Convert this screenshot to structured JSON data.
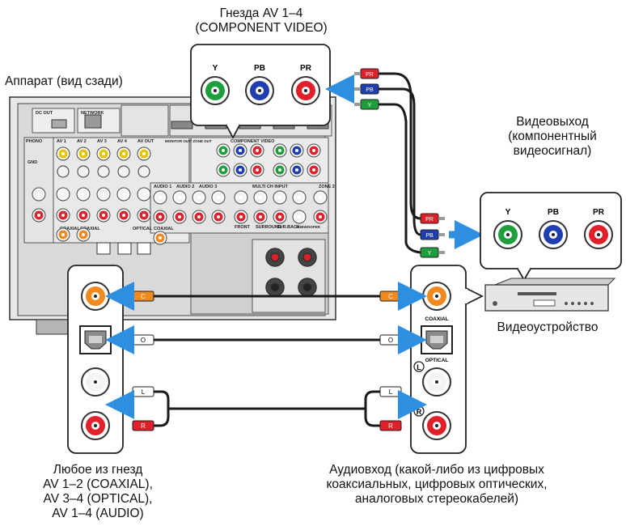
{
  "captions": {
    "top_jack": [
      "Гнезда AV 1–4",
      "(COMPONENT VIDEO)"
    ],
    "unit": "Аппарат (вид сзади)",
    "video_out": [
      "Видеовыход",
      "(компонентный",
      "видеосигнал)"
    ],
    "video_device": "Видеоустройство",
    "unit_audio_jacks": [
      "Любое из гнезд",
      "AV 1–2 (COAXIAL),",
      "AV 3–4 (OPTICAL),",
      "AV 1–4 (AUDIO)"
    ],
    "audio_in": [
      "Аудиовход (какой-либо из цифровых",
      "коаксиальных, цифровых оптических,",
      "аналоговых стереокабелей)"
    ]
  },
  "jack_labels": {
    "y": "Y",
    "pb": "PB",
    "pr": "PR",
    "coaxial": "COAXIAL",
    "optical": "OPTICAL",
    "left": "L",
    "right": "R"
  },
  "plug_labels": {
    "pr": "PR",
    "pb": "PB",
    "y": "Y",
    "c": "C",
    "o": "O",
    "l": "L",
    "r": "R"
  },
  "panel_labels": {
    "dc_out": "DC OUT",
    "network": "NETWORK",
    "phono": "PHONO",
    "gnd": "GND",
    "av1": "AV 1",
    "av2": "AV 2",
    "av3": "AV 3",
    "av4": "AV 4",
    "av_out": "AV OUT",
    "monitor_out": "MONITOR OUT/ ZONE OUT",
    "component_video": "COMPONENT VIDEO",
    "audio1": "AUDIO 1",
    "audio2": "AUDIO 2",
    "audio3": "AUDIO 3",
    "multi_ch_input": "MULTI CH INPUT",
    "front": "FRONT",
    "surround": "SURROUND",
    "sur_back": "SUR.BACK",
    "subwoofer": "SUBWOOFER",
    "zone2": "ZONE 2",
    "coaxial": "COAXIAL",
    "optical": "OPTICAL"
  },
  "colors": {
    "y": "#1e9e3c",
    "pb": "#1f3fb0",
    "pr": "#e0202a",
    "coax": "#f08a1e",
    "arrow": "#2e8fe0",
    "cable": "#1a1a1a",
    "panel": "#d7d7d7"
  }
}
